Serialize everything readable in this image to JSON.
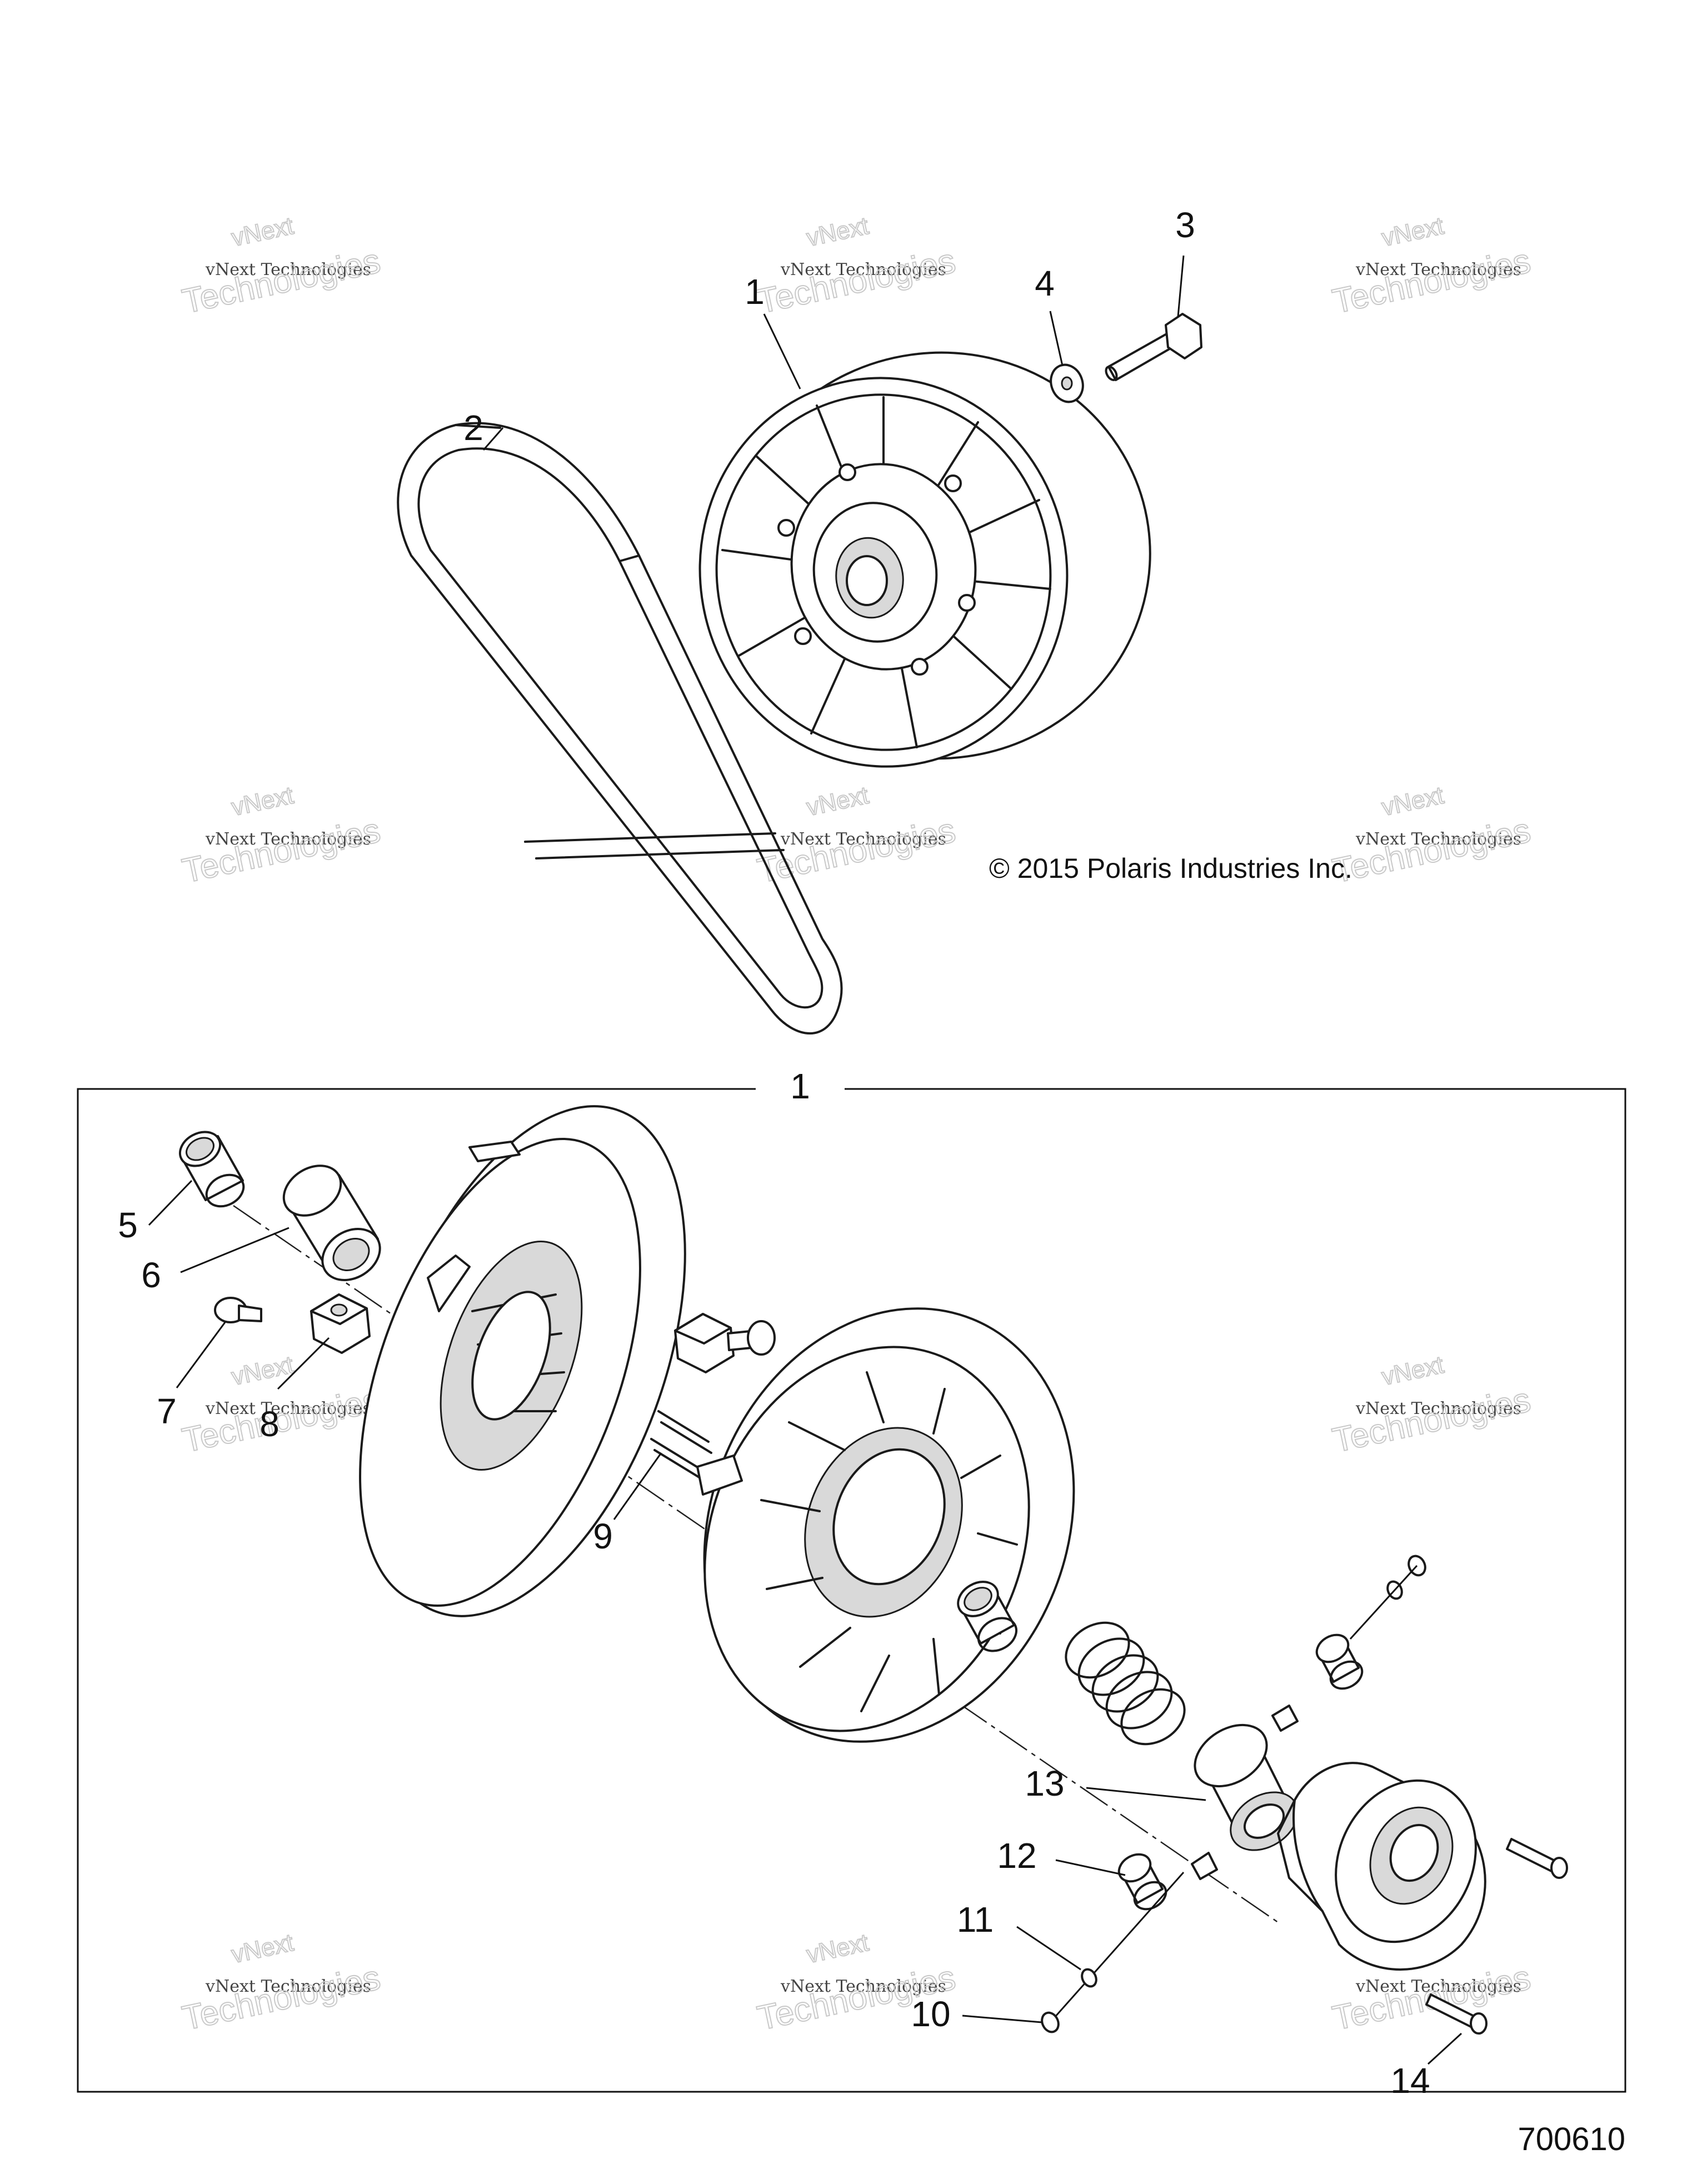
{
  "callouts": {
    "c1_top": "1",
    "c2": "2",
    "c3": "3",
    "c4": "4",
    "c1_box": "1",
    "c5": "5",
    "c6": "6",
    "c7": "7",
    "c8": "8",
    "c9": "9",
    "c10": "10",
    "c11": "11",
    "c12": "12",
    "c13": "13",
    "c14": "14"
  },
  "copyright": "© 2015 Polaris Industries Inc.",
  "document_id": "700610",
  "watermark": {
    "line1": "vNext Technologies",
    "line2": "Technologies",
    "line3": "vNext"
  }
}
